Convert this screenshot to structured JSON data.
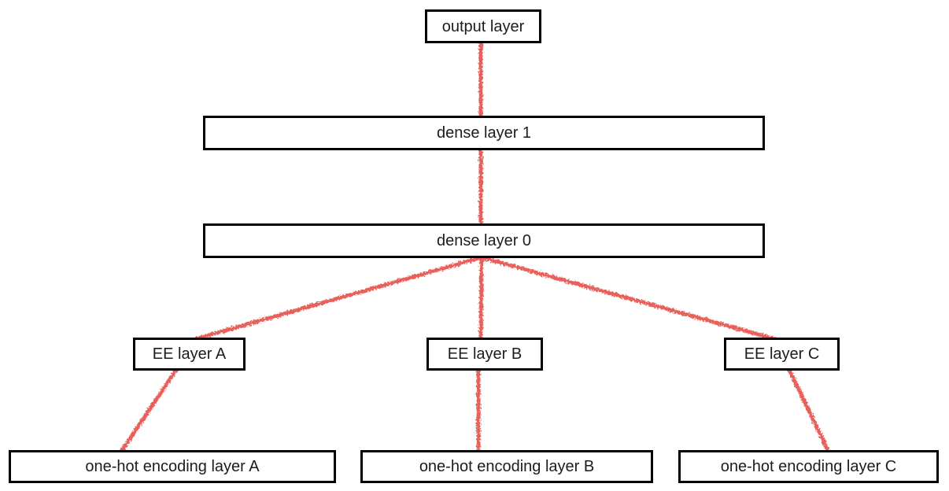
{
  "diagram": {
    "nodes": {
      "output": {
        "label": "output layer"
      },
      "dense1": {
        "label": "dense layer 1"
      },
      "dense0": {
        "label": "dense layer 0"
      },
      "ee_a": {
        "label": "EE layer A"
      },
      "ee_b": {
        "label": "EE layer B"
      },
      "ee_c": {
        "label": "EE layer C"
      },
      "onehot_a": {
        "label": "one-hot encoding layer A"
      },
      "onehot_b": {
        "label": "one-hot encoding layer B"
      },
      "onehot_c": {
        "label": "one-hot encoding layer C"
      }
    },
    "edges": [
      {
        "from": "output layer",
        "to": "dense layer 1"
      },
      {
        "from": "dense layer 1",
        "to": "dense layer 0"
      },
      {
        "from": "dense layer 0",
        "to": "EE layer A"
      },
      {
        "from": "dense layer 0",
        "to": "EE layer B"
      },
      {
        "from": "dense layer 0",
        "to": "EE layer C"
      },
      {
        "from": "EE layer A",
        "to": "one-hot encoding layer A"
      },
      {
        "from": "EE layer B",
        "to": "one-hot encoding layer B"
      },
      {
        "from": "EE layer C",
        "to": "one-hot encoding layer C"
      }
    ],
    "colors": {
      "edge": "#e8605a",
      "node_border": "#000000",
      "node_fill": "#ffffff",
      "text": "#1c1c1c",
      "background": "#ffffff"
    }
  }
}
